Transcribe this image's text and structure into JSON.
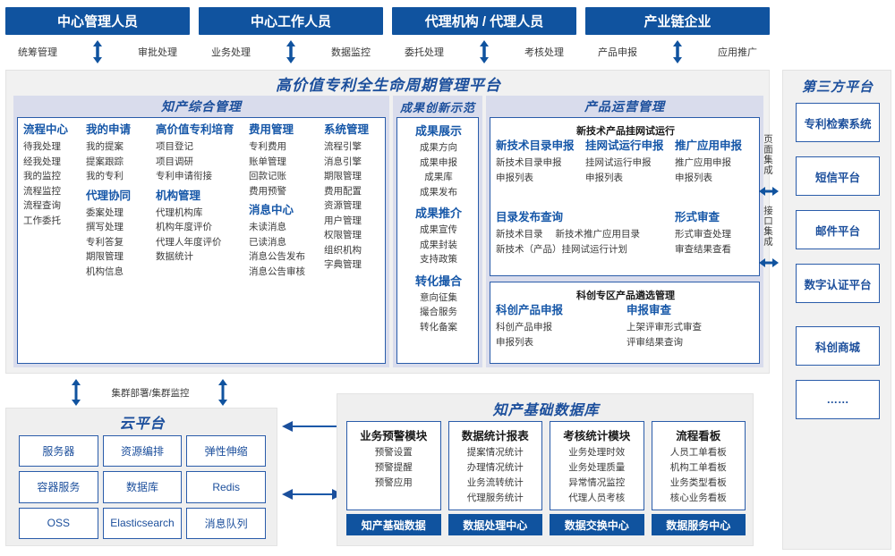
{
  "roles": [
    {
      "title": "中心管理人员",
      "left": "统筹管理",
      "right": "审批处理"
    },
    {
      "title": "中心工作人员",
      "left": "业务处理",
      "right": "数据监控"
    },
    {
      "title": "代理机构 / 代理人员",
      "left": "委托处理",
      "right": "考核处理"
    },
    {
      "title": "产业链企业",
      "left": "产品申报",
      "right": "应用推广"
    }
  ],
  "platform": {
    "title": "高价值专利全生命周期管理平台",
    "zones": {
      "zhichan": {
        "title": "知产综合管理",
        "columns": [
          {
            "groups": [
              {
                "header": "流程中心",
                "items": [
                  "待我处理",
                  "经我处理",
                  "我的监控",
                  "流程监控",
                  "流程查询",
                  "工作委托"
                ]
              }
            ]
          },
          {
            "groups": [
              {
                "header": "我的申请",
                "items": [
                  "我的提案",
                  "提案跟踪",
                  "我的专利"
                ]
              },
              {
                "header": "代理协同",
                "items": [
                  "委案处理",
                  "撰写处理",
                  "专利答复",
                  "期限管理",
                  "机构信息"
                ]
              }
            ]
          },
          {
            "groups": [
              {
                "header": "高价值专利培育",
                "items": [
                  "项目登记",
                  "项目调研",
                  "专利申请衔接"
                ]
              },
              {
                "header": "机构管理",
                "items": [
                  "代理机构库",
                  "机构年度评价",
                  "代理人年度评价",
                  "数据统计"
                ]
              }
            ]
          },
          {
            "groups": [
              {
                "header": "费用管理",
                "items": [
                  "专利费用",
                  "账单管理",
                  "回款记账",
                  "费用预警"
                ]
              },
              {
                "header": "消息中心",
                "items": [
                  "未读消息",
                  "已读消息",
                  "消息公告发布",
                  "消息公告审核"
                ]
              }
            ]
          },
          {
            "groups": [
              {
                "header": "系统管理",
                "items": [
                  "流程引擎",
                  "消息引擎",
                  "期限管理",
                  "费用配置",
                  "资源管理",
                  "用户管理",
                  "权限管理",
                  "组织机构",
                  "字典管理"
                ]
              }
            ]
          }
        ]
      },
      "chengguo": {
        "title": "成果创新示范",
        "groups": [
          {
            "header": "成果展示",
            "items": [
              "成果方向",
              "成果申报",
              "成果库",
              "成果发布"
            ]
          },
          {
            "header": "成果推介",
            "items": [
              "成果宣传",
              "成果封装",
              "支持政策"
            ]
          },
          {
            "header": "转化撮合",
            "items": [
              "意向征集",
              "撮合服务",
              "转化备案"
            ]
          }
        ]
      },
      "chanpin": {
        "title": "产品运营管理",
        "card1": {
          "caption": "新技术产品挂网试运行",
          "row1": [
            {
              "header": "新技术目录申报",
              "items": [
                "新技术目录申报",
                "申报列表"
              ]
            },
            {
              "header": "挂网试运行申报",
              "items": [
                "挂网试运行申报",
                "申报列表"
              ]
            },
            {
              "header": "推广应用申报",
              "items": [
                "推广应用申报",
                "申报列表"
              ]
            }
          ],
          "row2_left": {
            "header": "目录发布查询",
            "items": [
              "新技术目录",
              "新技术推广应用目录",
              "新技术（产品）挂网试运行计划"
            ]
          },
          "row2_right": {
            "header": "形式审查",
            "items": [
              "形式审查处理",
              "审查结果查看"
            ]
          }
        },
        "card2": {
          "caption": "科创专区产品遴选管理",
          "cols": [
            {
              "header": "科创产品申报",
              "items": [
                "科创产品申报",
                "申报列表"
              ]
            },
            {
              "header": "申报审查",
              "items": [
                "上架评审形式审查",
                "评审结果查询"
              ]
            }
          ]
        }
      }
    }
  },
  "integration": {
    "page_label": "页面集成",
    "api_label": "接口集成"
  },
  "third_party": {
    "title": "第三方平台",
    "items": [
      "专利检索系统",
      "短信平台",
      "邮件平台",
      "数字认证平台",
      "科创商城",
      "……"
    ]
  },
  "cloud": {
    "connector_label": "集群部署/集群监控",
    "title": "云平台",
    "cells": [
      "服务器",
      "资源编排",
      "弹性伸缩",
      "容器服务",
      "数据库",
      "Redis",
      "OSS",
      "Elasticsearch",
      "消息队列"
    ]
  },
  "database": {
    "title": "知产基础数据库",
    "columns": [
      {
        "header": "业务预警模块",
        "items": [
          "预警设置",
          "预警提醒",
          "预警应用"
        ],
        "footer": "知产基础数据"
      },
      {
        "header": "数据统计报表",
        "items": [
          "提案情况统计",
          "办理情况统计",
          "业务流转统计",
          "代理服务统计"
        ],
        "footer": "数据处理中心"
      },
      {
        "header": "考核统计模块",
        "items": [
          "业务处理时效",
          "业务处理质量",
          "异常情况监控",
          "代理人员考核"
        ],
        "footer": "数据交换中心"
      },
      {
        "header": "流程看板",
        "items": [
          "人员工单看板",
          "机构工单看板",
          "业务类型看板",
          "核心业务看板"
        ],
        "footer": "数据服务中心"
      }
    ]
  },
  "colors": {
    "brand_dark": "#10539f",
    "brand": "#1c4f9c",
    "border": "#2a5caa",
    "zone_bg": "#d9dcec",
    "panel_bg": "#f1f1f1",
    "text": "#3b3b3b"
  }
}
